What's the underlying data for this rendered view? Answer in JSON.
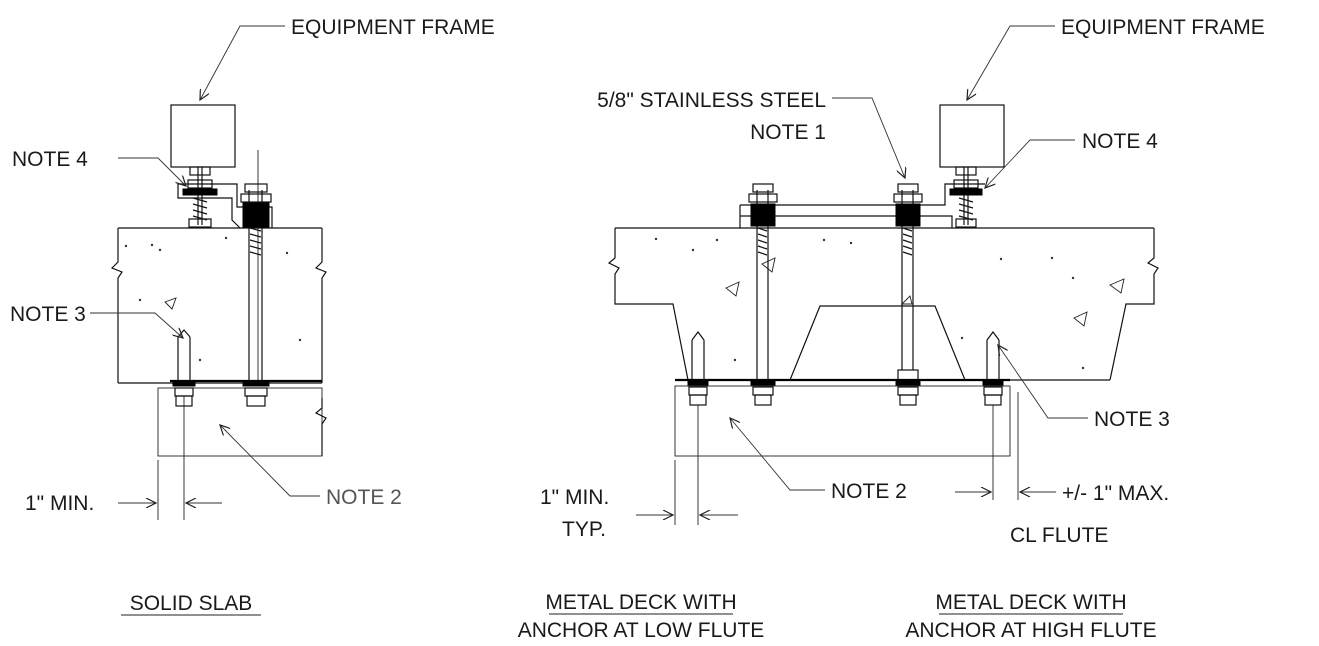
{
  "labels": {
    "equipment_frame_left": "EQUIPMENT FRAME",
    "equipment_frame_right": "EQUIPMENT FRAME",
    "stainless_steel": "5/8\" STAINLESS STEEL",
    "note1": "NOTE 1",
    "note4_left": "NOTE 4",
    "note4_right": "NOTE 4",
    "note3_left": "NOTE 3",
    "note3_right": "NOTE 3",
    "note2_left": "NOTE 2",
    "note2_right": "NOTE 2",
    "min_left": "1\" MIN.",
    "min_mid": "1\" MIN.",
    "typ": "TYP.",
    "max": "+/- 1\" MAX.",
    "cl_flute": "CL FLUTE"
  },
  "titles": {
    "solid_slab": "SOLID SLAB",
    "low_flute_line1": "METAL DECK WITH",
    "low_flute_line2": "ANCHOR AT LOW FLUTE",
    "high_flute_line1": "METAL DECK WITH",
    "high_flute_line2": "ANCHOR AT HIGH FLUTE"
  },
  "colors": {
    "line": "#111111",
    "text": "#1a1a1a"
  }
}
